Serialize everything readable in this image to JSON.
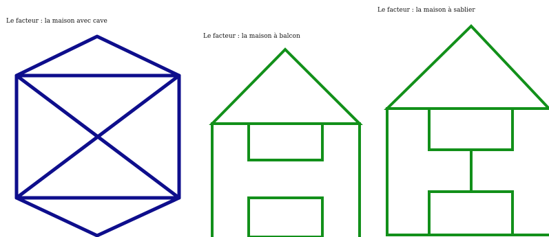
{
  "figures": [
    {
      "id": "cave",
      "caption": "Le facteur : la maison avec cave",
      "color": "#0e0e8c"
    },
    {
      "id": "balcon",
      "caption": "Le facteur : la maison à balcon",
      "color": "#12901a"
    },
    {
      "id": "sablier",
      "caption": "Le facteur : la maison à sablier",
      "color": "#12901a"
    }
  ]
}
